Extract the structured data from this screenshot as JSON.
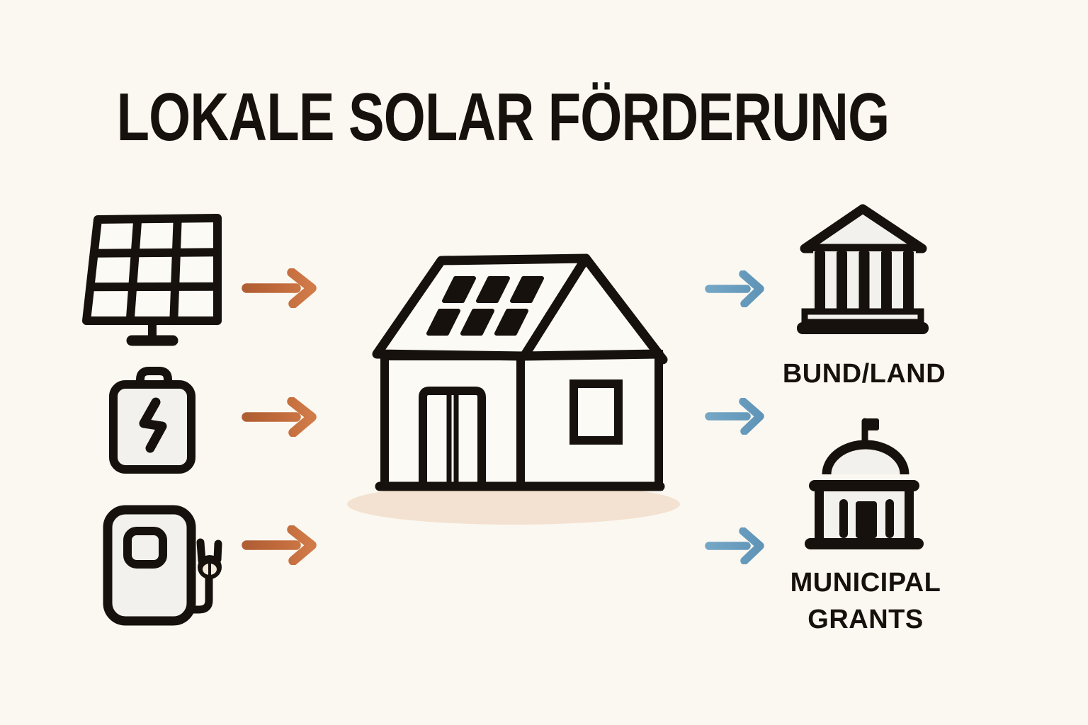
{
  "title": "LOKALE SOLAR FÖRDERUNG",
  "colors": {
    "background": "#fbf8f1",
    "ink": "#16110c",
    "arrow_orange": "#c26e3f",
    "arrow_blue": "#6a9ec0",
    "ground_shadow": "#f3e2d1",
    "icon_fill_light": "#f2f1ed",
    "house_fill": "#fcfaf5"
  },
  "center": {
    "icon": "solar-house-icon"
  },
  "inputs": [
    {
      "icon": "solar-panel-icon"
    },
    {
      "icon": "battery-storage-icon"
    },
    {
      "icon": "ev-charger-icon"
    }
  ],
  "outputs": [
    {
      "icon": "government-building-icon",
      "label": "BUND/LAND"
    },
    {
      "icon": "municipal-building-icon",
      "label_line1": "MUNICIPAL",
      "label_line2": "GRANTS"
    }
  ]
}
